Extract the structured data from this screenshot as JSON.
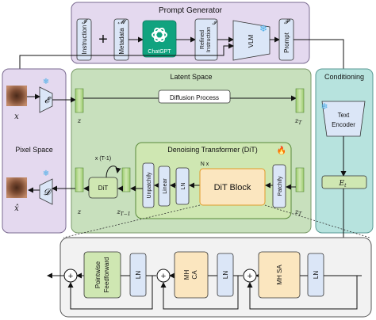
{
  "prompt_generator": {
    "title": "Prompt Generator",
    "instruction": "Instruction",
    "instruction_sym": "𝓘",
    "plus": "+",
    "metadata": "Metadata",
    "metadata_sym": "𝓜",
    "chatgpt": "ChatGPT",
    "refined_line1": "Refined",
    "refined_line2": "Instruction",
    "refined_sym": "𝓘",
    "vlm": "VLM",
    "prompt": "Prompt",
    "prompt_sym": "𝓟"
  },
  "pixel_space": {
    "title": "Pixel Space",
    "encoder_sym": "𝓔",
    "decoder_sym": "𝓓",
    "x_label": "x",
    "xhat_label": "x̂"
  },
  "latent_space": {
    "title": "Latent Space",
    "diffusion": "Diffusion Process",
    "z_top": "z",
    "zT_top": "z",
    "zT_top_sub": "T",
    "loop_label": "x (T-1)",
    "dit": "DiT",
    "z_bottom": "z",
    "zT1": "z",
    "zT1_sub": "T−1",
    "zT_bottom": "z",
    "zT_bottom_sub": "T"
  },
  "dit": {
    "title": "Denoising Transformer (DiT)",
    "fire_icon": "🔥",
    "unpatchify": "Unpatchify",
    "linear": "Linear",
    "ln": "LN",
    "nx": "N x",
    "block": "DiT Block",
    "patchify": "Patchify"
  },
  "conditioning": {
    "title": "Conditioning",
    "text_encoder_1": "Text",
    "text_encoder_2": "Encoder",
    "et": "E",
    "et_sub": "t"
  },
  "block_detail": {
    "plus": "+",
    "ffn_1": "Pointwise",
    "ffn_2": "Feedforward",
    "ln1": "LN",
    "ca_1": "MH",
    "ca_2": "CA",
    "ln2": "LN",
    "sa_1": "MH SA",
    "ln3": "LN"
  },
  "colors": {
    "purple_bg": "#e4d9ef",
    "green_bg": "#c8e0bd",
    "teal_bg": "#b7e3de",
    "orange_box": "#fbe6bf",
    "blue_box": "#dbe6f7",
    "green_box": "#cfe7b2",
    "snowflake": "#4aaee8"
  }
}
